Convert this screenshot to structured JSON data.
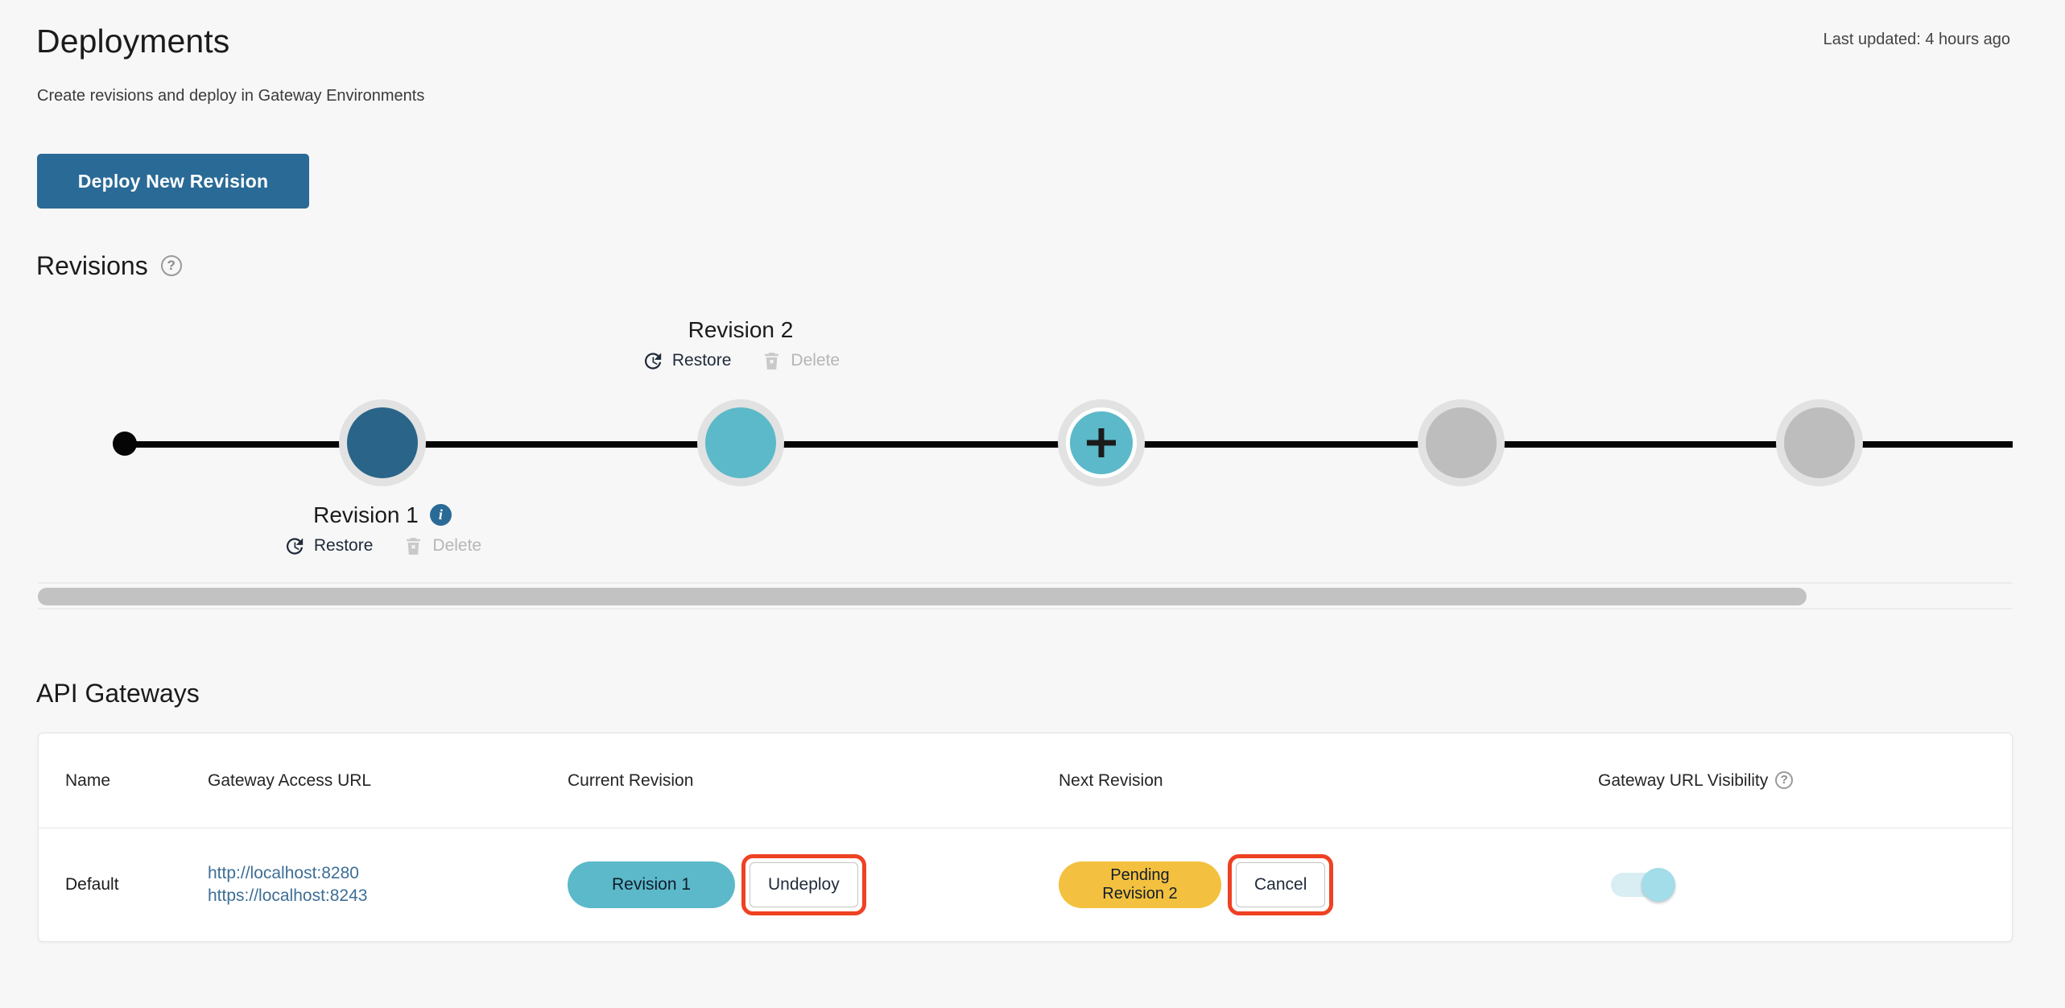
{
  "header": {
    "title": "Deployments",
    "subtitle": "Create revisions and deploy in Gateway Environments",
    "last_updated": "Last updated: 4 hours ago"
  },
  "toolbar": {
    "deploy_new_revision_label": "Deploy New Revision"
  },
  "revisions_section": {
    "heading": "Revisions",
    "help_glyph": "?",
    "nodes": [
      {
        "id": "rev1",
        "label": "Revision 1",
        "state": "deployed",
        "color": "#2a6489",
        "has_info_badge": true,
        "info_glyph": "i"
      },
      {
        "id": "rev2",
        "label": "Revision 2",
        "state": "pending",
        "color": "#5cb9c9",
        "has_info_badge": false
      },
      {
        "id": "add",
        "label": "",
        "state": "add",
        "color": "#5cb9c9",
        "has_info_badge": false
      },
      {
        "id": "empty1",
        "label": "",
        "state": "empty",
        "color": "#bdbdbd",
        "has_info_badge": false
      },
      {
        "id": "empty2",
        "label": "",
        "state": "empty",
        "color": "#bdbdbd",
        "has_info_badge": false
      }
    ],
    "actions": {
      "restore_label": "Restore",
      "delete_label": "Delete"
    }
  },
  "gateways_section": {
    "heading": "API Gateways",
    "columns": [
      {
        "key": "name",
        "label": "Name",
        "help": false
      },
      {
        "key": "url",
        "label": "Gateway Access URL",
        "help": false
      },
      {
        "key": "current",
        "label": "Current Revision",
        "help": false
      },
      {
        "key": "next",
        "label": "Next Revision",
        "help": false
      },
      {
        "key": "visibility",
        "label": "Gateway URL Visibility",
        "help": true,
        "help_glyph": "?"
      }
    ],
    "rows": [
      {
        "name": "Default",
        "urls": [
          "http://localhost:8280",
          "https://localhost:8243"
        ],
        "current_revision_chip": "Revision 1",
        "current_revision_action": "Undeploy",
        "next_revision_chip": "Pending\nRevision 2",
        "next_revision_action": "Cancel",
        "visibility_on": true
      }
    ]
  },
  "colors": {
    "accent_blue": "#2a6a96",
    "teal": "#5cb9c9",
    "amber": "#f3c13f",
    "highlight_red": "#ef4123",
    "deep_blue": "#2a6489",
    "grey_node": "#bdbdbd"
  }
}
